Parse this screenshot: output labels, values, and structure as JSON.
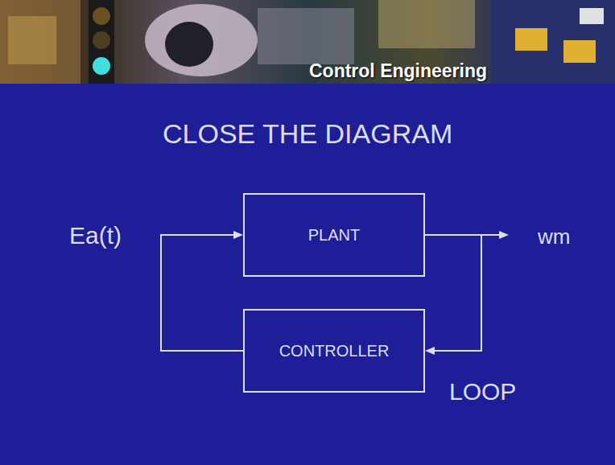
{
  "diagram": {
    "title": "CLOSE THE DIAGRAM",
    "nodes": [
      {
        "text": [
          "PLANT"
        ]
      },
      {
        "text": [
          "CONTROLLER"
        ]
      }
    ],
    "edges": [
      {
        "from": 0,
        "to": 1,
        "arrow": "to"
      },
      {
        "from": 1,
        "to": 0,
        "arrow": "to"
      }
    ],
    "labels": [
      "Control Engineering",
      "Ea(t)",
      "wm",
      "LOOP"
    ]
  }
}
